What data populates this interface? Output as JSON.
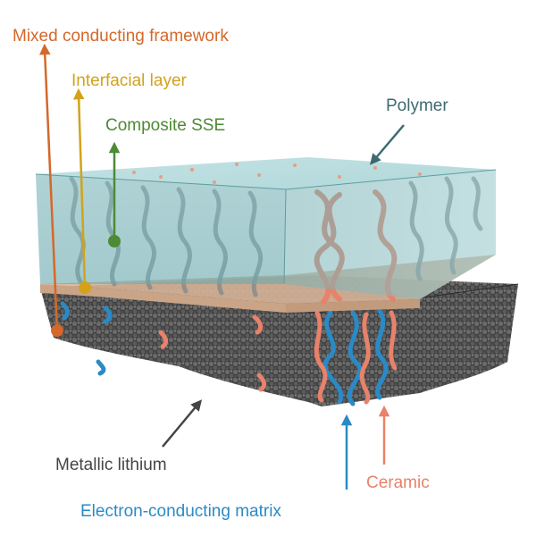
{
  "labels": {
    "mixed_conducting_framework": "Mixed conducting framework",
    "interfacial_layer": "Interfacial layer",
    "composite_sse": "Composite SSE",
    "polymer": "Polymer",
    "metallic_lithium": "Metallic lithium",
    "ceramic": "Ceramic",
    "electron_conducting_matrix": "Electron-conducting matrix"
  },
  "colors": {
    "mixed_conducting_framework": "#d4682a",
    "interfacial_layer": "#d3a21a",
    "composite_sse": "#4d8a35",
    "polymer": "#3d6a70",
    "metallic_lithium": "#444444",
    "ceramic": "#e8826a",
    "electron_conducting_matrix": "#2a8ac6",
    "polymer_block": "#8fc3c6",
    "interfacial_band": "#c9a487",
    "lithium_particles": "#5a5a5a"
  }
}
